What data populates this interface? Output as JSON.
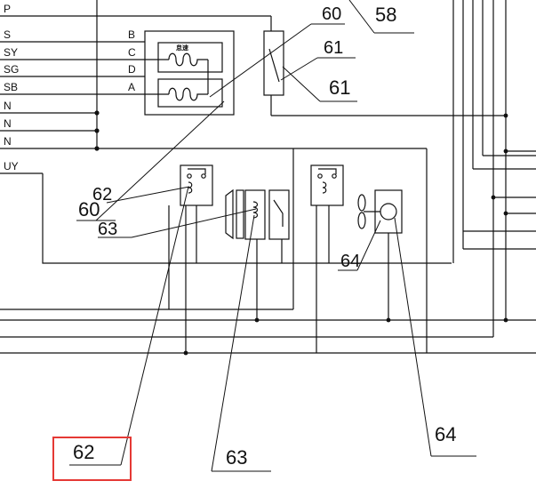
{
  "rails": {
    "p": "P",
    "s": "S",
    "sy": "SY",
    "sg": "SG",
    "sb": "SB",
    "n1": "N",
    "n2": "N",
    "n3": "N",
    "uy": "UY"
  },
  "pins": {
    "b": "B",
    "c": "C",
    "d": "D",
    "a": "A"
  },
  "coil_text": "怠速",
  "callouts": {
    "c58": "58",
    "c60_top": "60",
    "c61_a": "61",
    "c61_b": "61",
    "c60_left": "60",
    "c62_small": "62",
    "c63_small": "63",
    "c64_small": "64",
    "c62_big": "62",
    "c63_big": "63",
    "c64_big": "64"
  },
  "highlight_color": "#e53935"
}
